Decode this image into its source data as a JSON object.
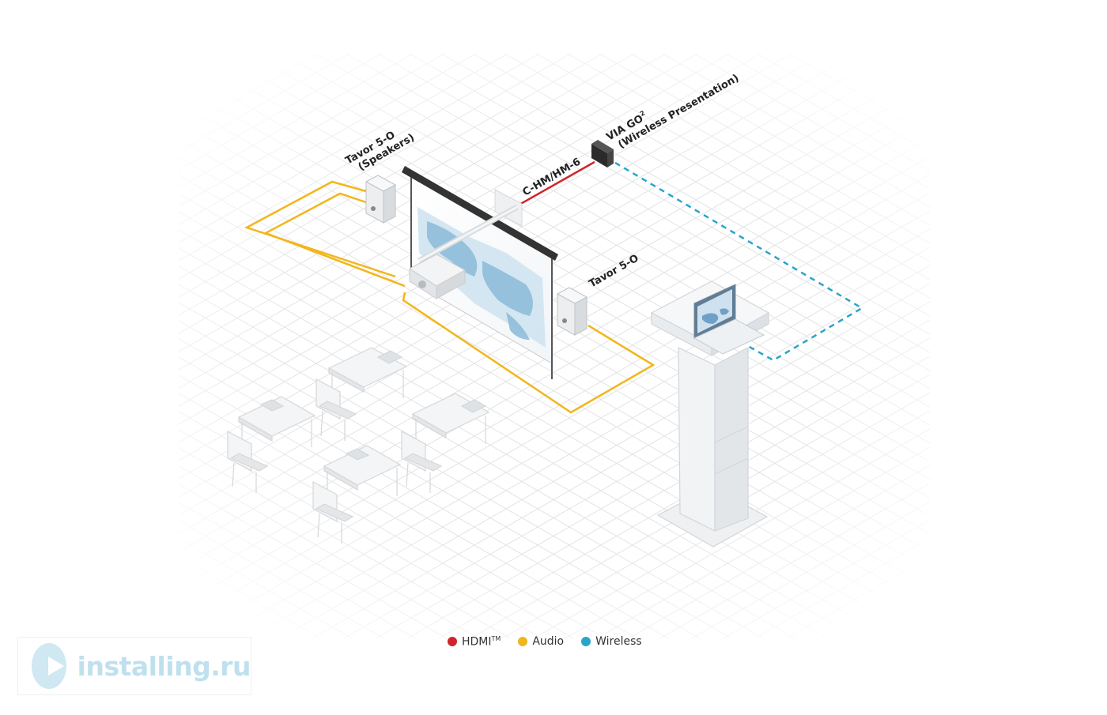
{
  "labels": {
    "speakers_left_line1": "Tavor 5-O",
    "speakers_left_line2": "(Speakers)",
    "speaker_right": "Tavor 5-O",
    "cable": "C-HM/HM-6",
    "via_line1": "VIA GO",
    "via_sup": "2",
    "via_line2": "(Wireless Presentation)"
  },
  "legend": {
    "hdmi": "HDMI",
    "hdmi_tm": "TM",
    "audio": "Audio",
    "wireless": "Wireless"
  },
  "watermark": {
    "text": "installing.ru"
  },
  "colors": {
    "hdmi": "#d0262b",
    "audio": "#f2b61c",
    "wireless": "#2aa5c9",
    "grid": "#e6e6e6"
  },
  "icons": {
    "watermark_logo": "play-logo-icon"
  }
}
